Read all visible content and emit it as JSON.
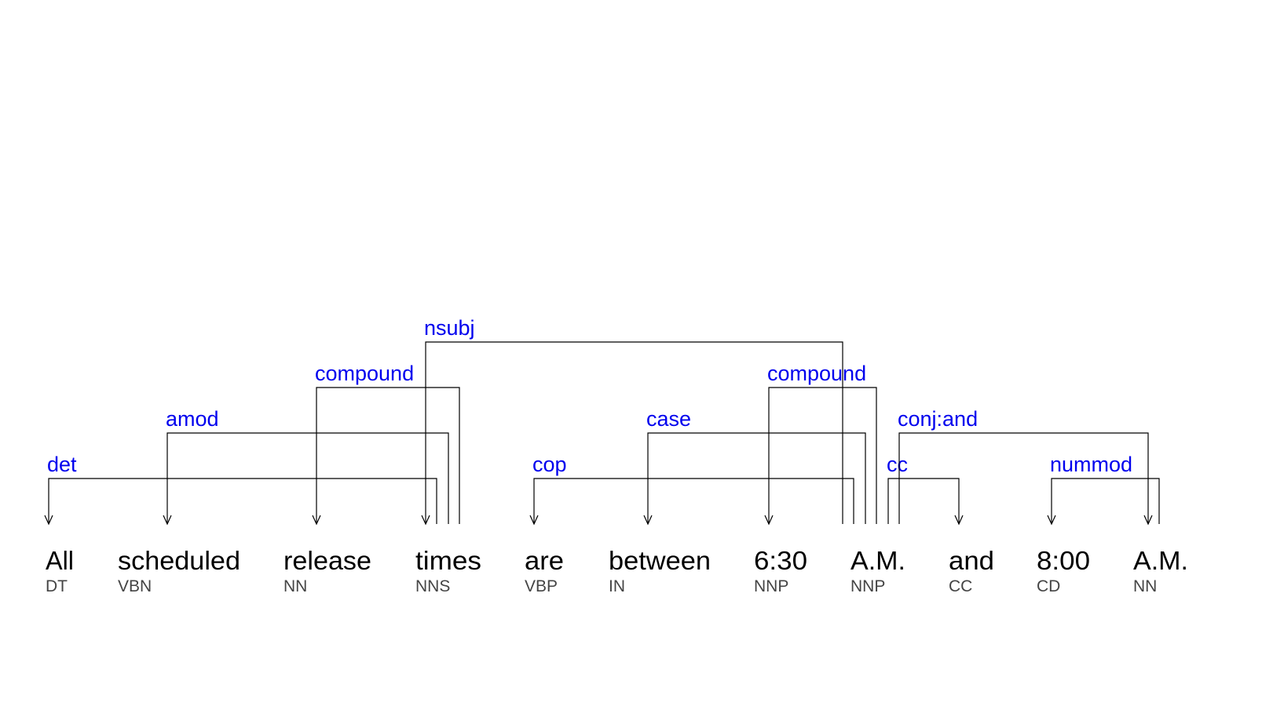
{
  "tokens": [
    {
      "word": "All",
      "tag": "DT"
    },
    {
      "word": "scheduled",
      "tag": "VBN"
    },
    {
      "word": "release",
      "tag": "NN"
    },
    {
      "word": "times",
      "tag": "NNS"
    },
    {
      "word": "are",
      "tag": "VBP"
    },
    {
      "word": "between",
      "tag": "IN"
    },
    {
      "word": "6:30",
      "tag": "NNP"
    },
    {
      "word": "A.M.",
      "tag": "NNP"
    },
    {
      "word": "and",
      "tag": "CC"
    },
    {
      "word": "8:00",
      "tag": "CD"
    },
    {
      "word": "A.M.",
      "tag": "NN"
    }
  ],
  "dependencies": [
    {
      "label": "det",
      "head": 3,
      "dependent": 0
    },
    {
      "label": "amod",
      "head": 3,
      "dependent": 1
    },
    {
      "label": "compound",
      "head": 3,
      "dependent": 2
    },
    {
      "label": "nsubj",
      "head": 7,
      "dependent": 3
    },
    {
      "label": "cop",
      "head": 7,
      "dependent": 4
    },
    {
      "label": "case",
      "head": 7,
      "dependent": 5
    },
    {
      "label": "compound",
      "head": 7,
      "dependent": 6
    },
    {
      "label": "cc",
      "head": 7,
      "dependent": 8
    },
    {
      "label": "conj:and",
      "head": 7,
      "dependent": 10
    },
    {
      "label": "nummod",
      "head": 10,
      "dependent": 9
    }
  ],
  "colors": {
    "label": "#0000ee",
    "word": "#000000",
    "tag": "#444444",
    "line": "#000000"
  }
}
